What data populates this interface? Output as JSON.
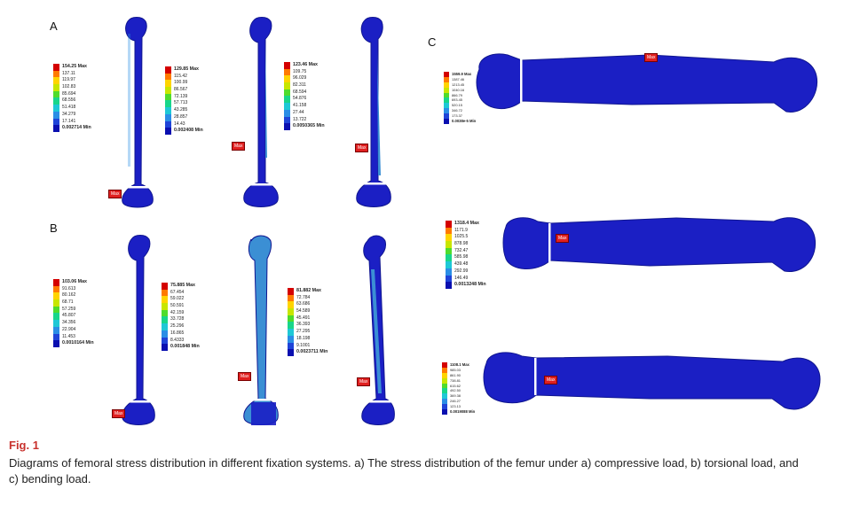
{
  "panels": {
    "a": "A",
    "b": "B",
    "c": "C"
  },
  "colors": {
    "scale": [
      "#d40000",
      "#ff7a00",
      "#ffd400",
      "#c8e600",
      "#4fdc2c",
      "#18d68a",
      "#1ec8d6",
      "#2a8ee6",
      "#1f44d8",
      "#0a0fb0"
    ],
    "bone_blue": "#1b1fc4",
    "bone_dark": "#101690",
    "bone_light": "#3b8fd4",
    "max_tag": "#e02020",
    "caption_accent": "#c8322d"
  },
  "legends": [
    {
      "id": "a1",
      "max": "154.25 Max",
      "steps": [
        "137.11",
        "119.97",
        "102.83",
        "85.694",
        "68.556",
        "51.418",
        "34.279",
        "17.141"
      ],
      "min": "0.002714 Min"
    },
    {
      "id": "a2",
      "max": "129.85 Max",
      "steps": [
        "115.42",
        "100.99",
        "86.567",
        "72.139",
        "57.713",
        "43.285",
        "28.857",
        "14.43"
      ],
      "min": "0.002408 Min"
    },
    {
      "id": "a3",
      "max": "123.46 Max",
      "steps": [
        "109.75",
        "96.029",
        "82.311",
        "68.594",
        "54.876",
        "41.158",
        "27.44",
        "13.722"
      ],
      "min": "0.0050365 Min"
    },
    {
      "id": "b1",
      "max": "103.06 Max",
      "steps": [
        "91.613",
        "80.162",
        "68.71",
        "57.259",
        "45.807",
        "34.356",
        "22.904",
        "11.453"
      ],
      "min": "0.0010164 Min"
    },
    {
      "id": "b2",
      "max": "75.885 Max",
      "steps": [
        "67.454",
        "59.022",
        "50.591",
        "42.159",
        "33.728",
        "25.296",
        "16.865",
        "8.4333"
      ],
      "min": "0.001848 Min"
    },
    {
      "id": "b3",
      "max": "81.882 Max",
      "steps": [
        "72.784",
        "63.686",
        "54.589",
        "45.491",
        "36.393",
        "27.295",
        "18.198",
        "9.1001"
      ],
      "min": "0.0023711 Min"
    },
    {
      "id": "c1",
      "max": "1559.9 Max",
      "steps": [
        "1387.46",
        "1213.45",
        "1040.16",
        "866.79",
        "693.45",
        "520.15",
        "346.72",
        "173.37"
      ],
      "min": "0.0038e-5 Min"
    },
    {
      "id": "c2",
      "max": "1318.4 Max",
      "steps": [
        "1171.9",
        "1025.5",
        "878.98",
        "732.47",
        "585.98",
        "439.48",
        "292.99",
        "146.49"
      ],
      "min": "0.0013248 Min"
    },
    {
      "id": "c3",
      "max": "1108.1 Max",
      "steps": [
        "985.03",
        "861.90",
        "738.81",
        "615.62",
        "492.50",
        "369.38",
        "246.27",
        "123.13"
      ],
      "min": "0.0019088 Min"
    }
  ],
  "max_tag": "Max",
  "caption": {
    "title": "Fig. 1",
    "text": "Diagrams of femoral stress distribution in different fixation systems. a) The stress distribution of the femur under a) compressive load, b) torsional load, and c) bending load."
  }
}
